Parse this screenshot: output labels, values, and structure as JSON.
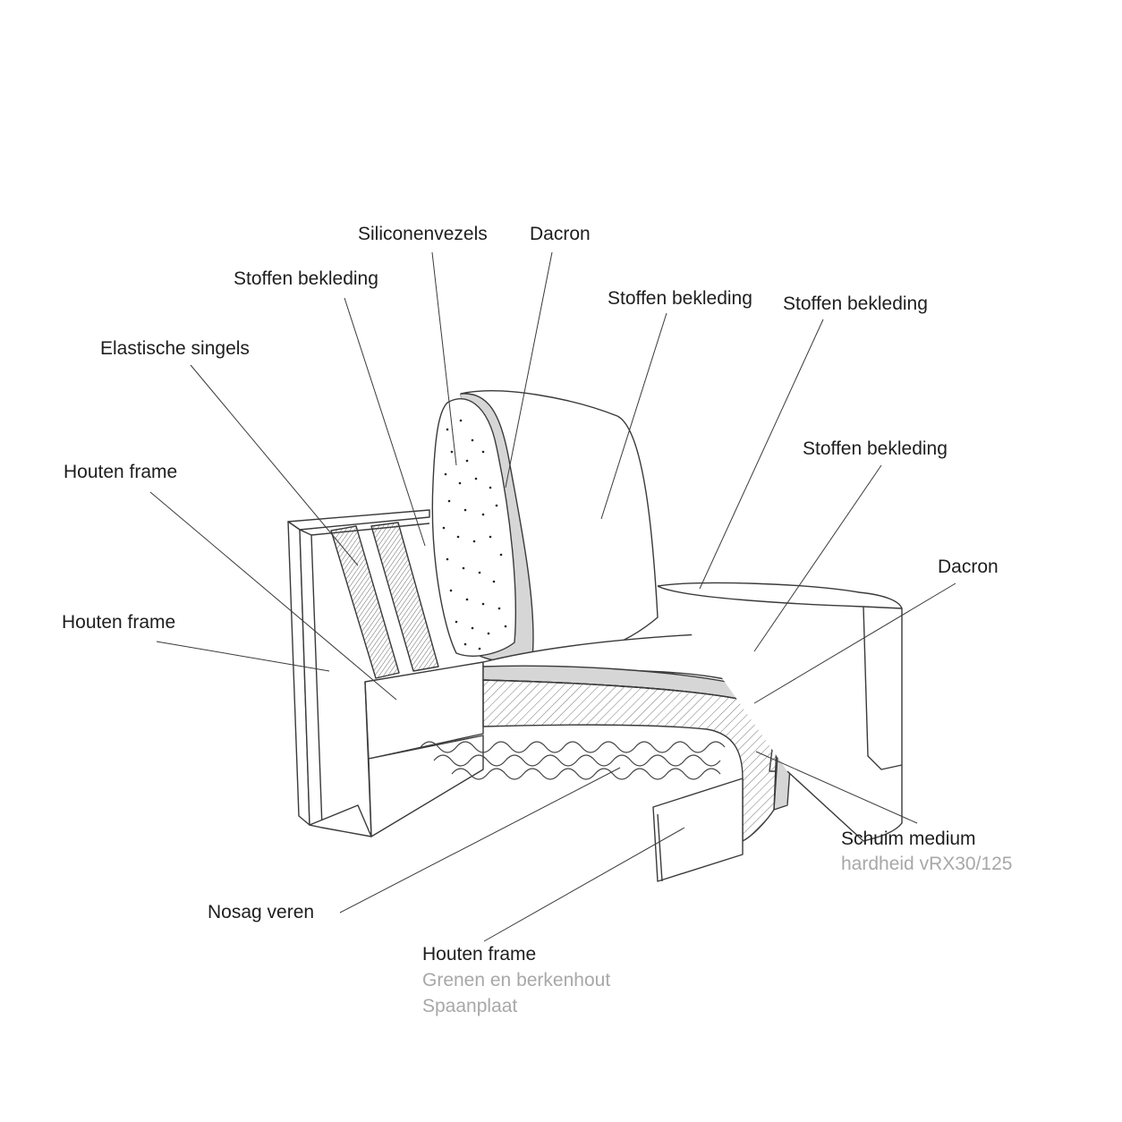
{
  "labels": {
    "siliconenvezels": "Siliconenvezels",
    "dacron_top": "Dacron",
    "stoffen_bekleding_1": "Stoffen bekleding",
    "stoffen_bekleding_2": "Stoffen bekleding",
    "stoffen_bekleding_3": "Stoffen bekleding",
    "stoffen_bekleding_4": "Stoffen bekleding",
    "elastische_singels": "Elastische singels",
    "houten_frame_1": "Houten frame",
    "houten_frame_2": "Houten frame",
    "dacron_right": "Dacron",
    "schuim_medium": "Schuim medium",
    "schuim_medium_sub": "hardheid vRX30/125",
    "nosag_veren": "Nosag veren",
    "houten_frame_bottom": "Houten frame",
    "houten_frame_bottom_sub1": "Grenen en berkenhout",
    "houten_frame_bottom_sub2": "Spaanplaat"
  },
  "colors": {
    "line": "#3a3a3a",
    "label": "#1e1e1e",
    "sublabel": "#a8a8a8",
    "dacron_fill": "#d6d6d6"
  }
}
